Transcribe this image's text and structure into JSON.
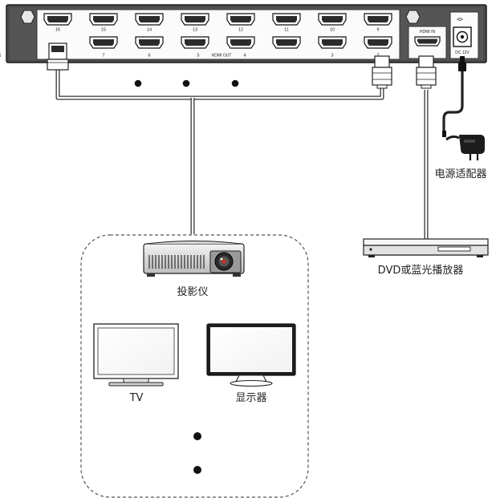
{
  "splitter": {
    "top_ports": [
      "16",
      "15",
      "14",
      "13",
      "12",
      "11",
      "10",
      "9"
    ],
    "bottom_ports": [
      "7",
      "6",
      "5",
      "4",
      "3",
      "2",
      "1"
    ],
    "hdmi_out_label": "HDMI OUT",
    "hdmi_in_label": "HDMI IN",
    "dc_label": "DC 12V"
  },
  "labels": {
    "power_adapter": "电源适配器",
    "source": "DVD或蓝光播放器",
    "projector": "投影仪",
    "tv": "TV",
    "monitor": "显示器"
  }
}
